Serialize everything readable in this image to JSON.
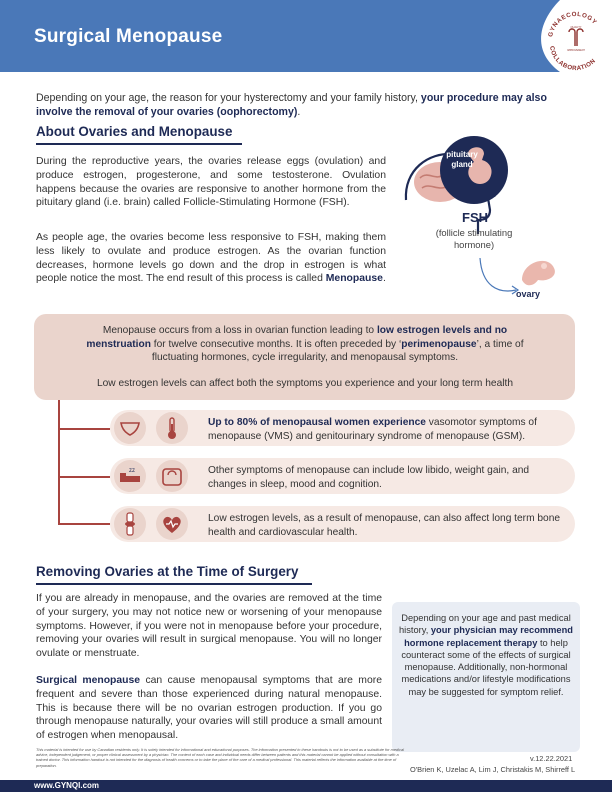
{
  "header": {
    "title": "Surgical Menopause",
    "logo_text_top": "GYNAECOLOGY",
    "logo_text_bottom": "COLLABORATION",
    "logo_text_small_top": "QUALITY",
    "logo_text_small_bottom": "IMPROVEMENT",
    "brand_color": "#4a78b8"
  },
  "intro": {
    "text_plain": "Depending on your age, the reason for your hysterectomy and your family history, ",
    "text_bold": "your procedure may also involve the removal of your ovaries (oophorectomy)",
    "text_end": "."
  },
  "section1": {
    "heading": "About Ovaries and Menopause",
    "para1": "During the reproductive years, the ovaries release eggs (ovulation) and produce estrogen, progesterone, and some testosterone. Ovulation happens because the ovaries are responsive to another hormone from the pituitary gland (i.e. brain) called Follicle-Stimulating Hormone (FSH).",
    "para2_plain": "As people age, the ovaries become less responsive to FSH, making them less likely to ovulate and produce estrogen. As the ovarian function decreases, hormone levels go down and the drop in estrogen is what people notice the most. The end result of this process is called ",
    "para2_bold": "Menopause",
    "para2_end": "."
  },
  "diagram": {
    "pituitary_label": "pituitary gland",
    "fsh_label": "FSH",
    "fsh_sub": "(follicle stimulating hormone)",
    "ovary_label": "ovary"
  },
  "callout": {
    "line1_plain": "Menopause occurs from a loss in ovarian function leading to ",
    "line1_bold": "low estrogen levels and no menstruation",
    "line1_mid": " for twelve consecutive months. It is often preceded by ‘",
    "line1_bold2": "perimenopause",
    "line1_end": "’, a time of fluctuating hormones, cycle irregularity, and menopausal symptoms.",
    "line2": "Low estrogen levels can affect both the symptoms you experience and your long term health"
  },
  "effects": [
    {
      "bold": "Up to 80% of menopausal women experience",
      "text": " vasomotor symptoms of menopause (VMS) and genitourinary syndrome of menopause (GSM).",
      "icons": [
        "underwear-icon",
        "thermometer-icon"
      ]
    },
    {
      "bold": "",
      "text": "Other symptoms of menopause can include low libido, weight gain, and changes in sleep, mood and cognition.",
      "icons": [
        "sleep-bed-icon",
        "scale-icon"
      ]
    },
    {
      "bold": "",
      "text": "Low estrogen levels, as a result of menopause, can also affect long term bone health and cardiovascular health.",
      "icons": [
        "bone-joint-icon",
        "heart-icon"
      ]
    }
  ],
  "section2": {
    "heading": "Removing Ovaries at the Time of Surgery",
    "para1": "If you are already in menopause, and the ovaries are removed at the time of your surgery, you may not notice new or worsening of your menopause symptoms. However, if you were not in menopause before your procedure, removing your ovaries will result in surgical menopause. You will no longer ovulate or menstruate.",
    "para2_bold": "Surgical menopause",
    "para2_plain": " can cause menopausal symptoms that are more frequent and severe than those experienced during natural menopause. This is because there will be no ovarian estrogen production. If you go through menopause naturally, your ovaries will still produce a small amount of estrogen when menopausal."
  },
  "sidebox": {
    "text_start": "Depending on your age and past medical history, ",
    "text_bold": "your physician may recommend hormone replacement therapy",
    "text_end": " to help counteract some of the effects of surgical menopause. Additionally, non-hormonal medications and/or lifestyle modifications may be suggested for symptom relief."
  },
  "footer": {
    "disclaimer": "This material is intended for use by Canadian residents only. It is solely intended for informational and educational purposes. The information presented in these handouts is not to be used as a substitute for medical advice, independent judgement, or proper clinical assessment by a physician. The context of each case and individual needs differ between patients and this material cannot be applied without consultation with a trained doctor. This information handout is not intended for the diagnosis of health concerns or to take the place of the care of a medical professional. This material reflects the information available at the time of preparation.",
    "version": "v.12.22.2021",
    "authors": "O'Brien K, Uzelac A, Lim J, Christakis M, Shirreff L",
    "website": "www.GYNQI.com"
  },
  "colors": {
    "navy": "#1e2a55",
    "rose": "#ead4cc",
    "rose_light": "#f6e9e4",
    "rust": "#a8443f",
    "sidebox": "#e9edf4"
  }
}
